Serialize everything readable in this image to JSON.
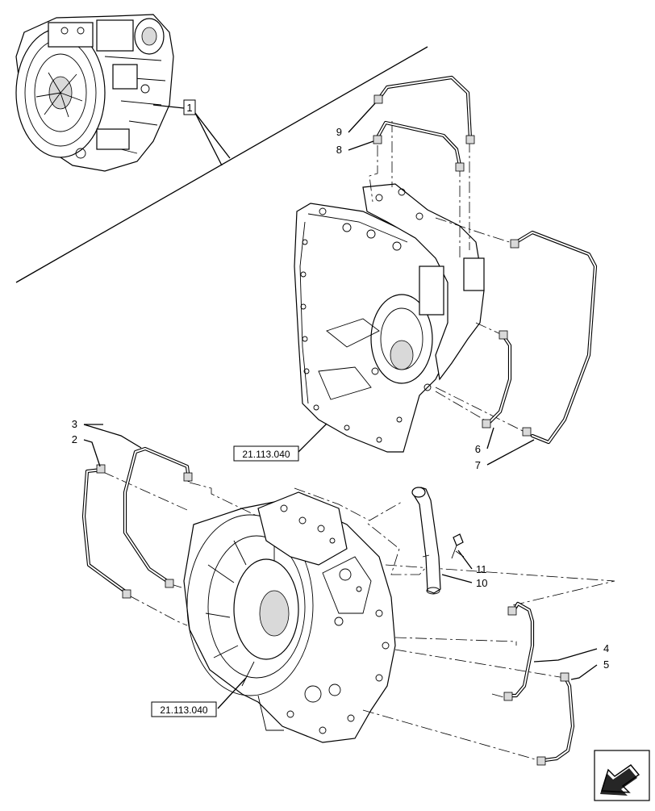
{
  "callouts": {
    "c1": "1",
    "c2": "2",
    "c3": "3",
    "c4": "4",
    "c5": "5",
    "c6": "6",
    "c7": "7",
    "c8": "8",
    "c9": "9",
    "c10": "10",
    "c11": "11"
  },
  "references": {
    "upper_housing": "21.113.040",
    "lower_housing": "21.113.040"
  },
  "nav": {
    "icon": "arrow-icon"
  }
}
